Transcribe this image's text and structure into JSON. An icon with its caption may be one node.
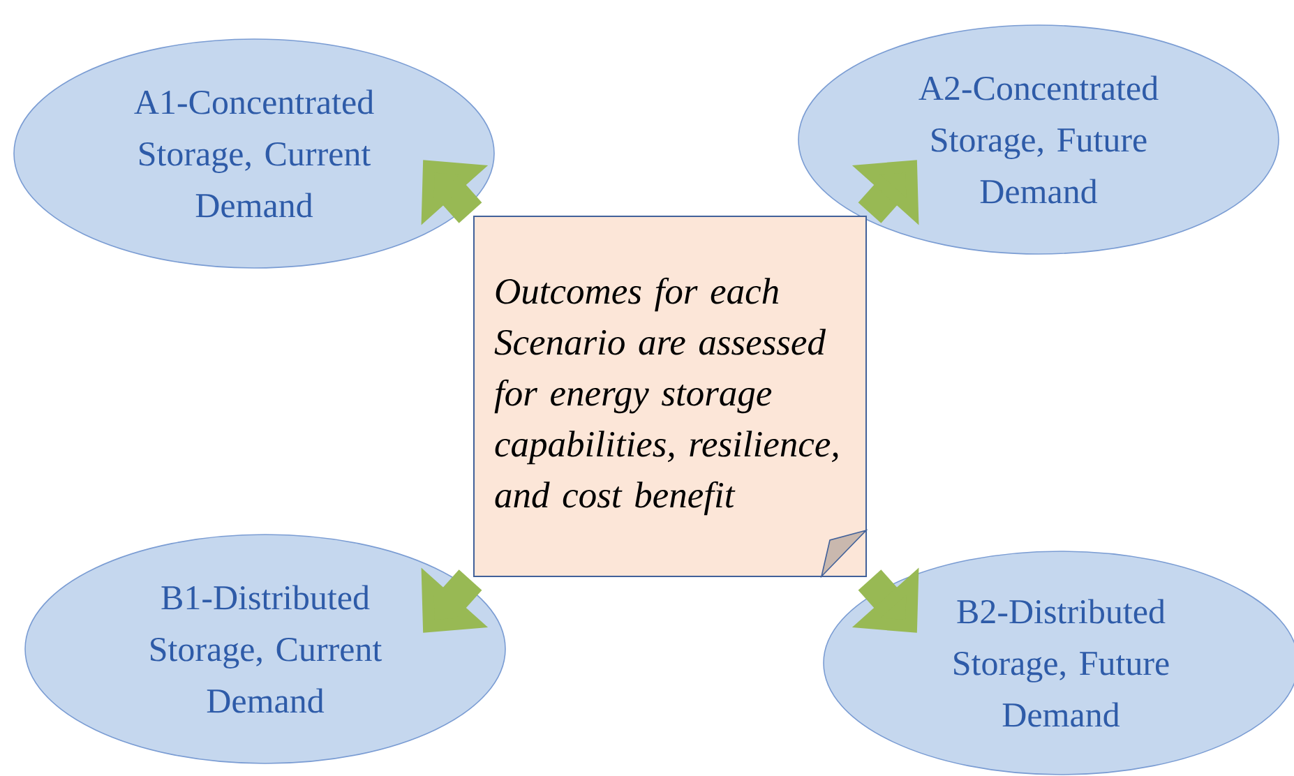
{
  "diagram": {
    "nodes": [
      {
        "text": [
          "A1-Concentrated Storage, Current Demand"
        ]
      },
      {
        "text": [
          "A2-Concentrated Storage, Future Demand"
        ]
      },
      {
        "text": [
          "Outcomes for each Scenario are assessed for energy storage capabilities, resilience, and cost benefit"
        ]
      },
      {
        "text": [
          "B1-Distributed Storage, Current Demand"
        ]
      },
      {
        "text": [
          "B2-Distributed Storage, Future Demand"
        ]
      }
    ],
    "edges": [
      {
        "from": 2,
        "to": 0,
        "arrow": "to"
      },
      {
        "from": 2,
        "to": 1,
        "arrow": "to"
      },
      {
        "from": 2,
        "to": 3,
        "arrow": "to"
      },
      {
        "from": 2,
        "to": 4,
        "arrow": "to"
      }
    ]
  }
}
